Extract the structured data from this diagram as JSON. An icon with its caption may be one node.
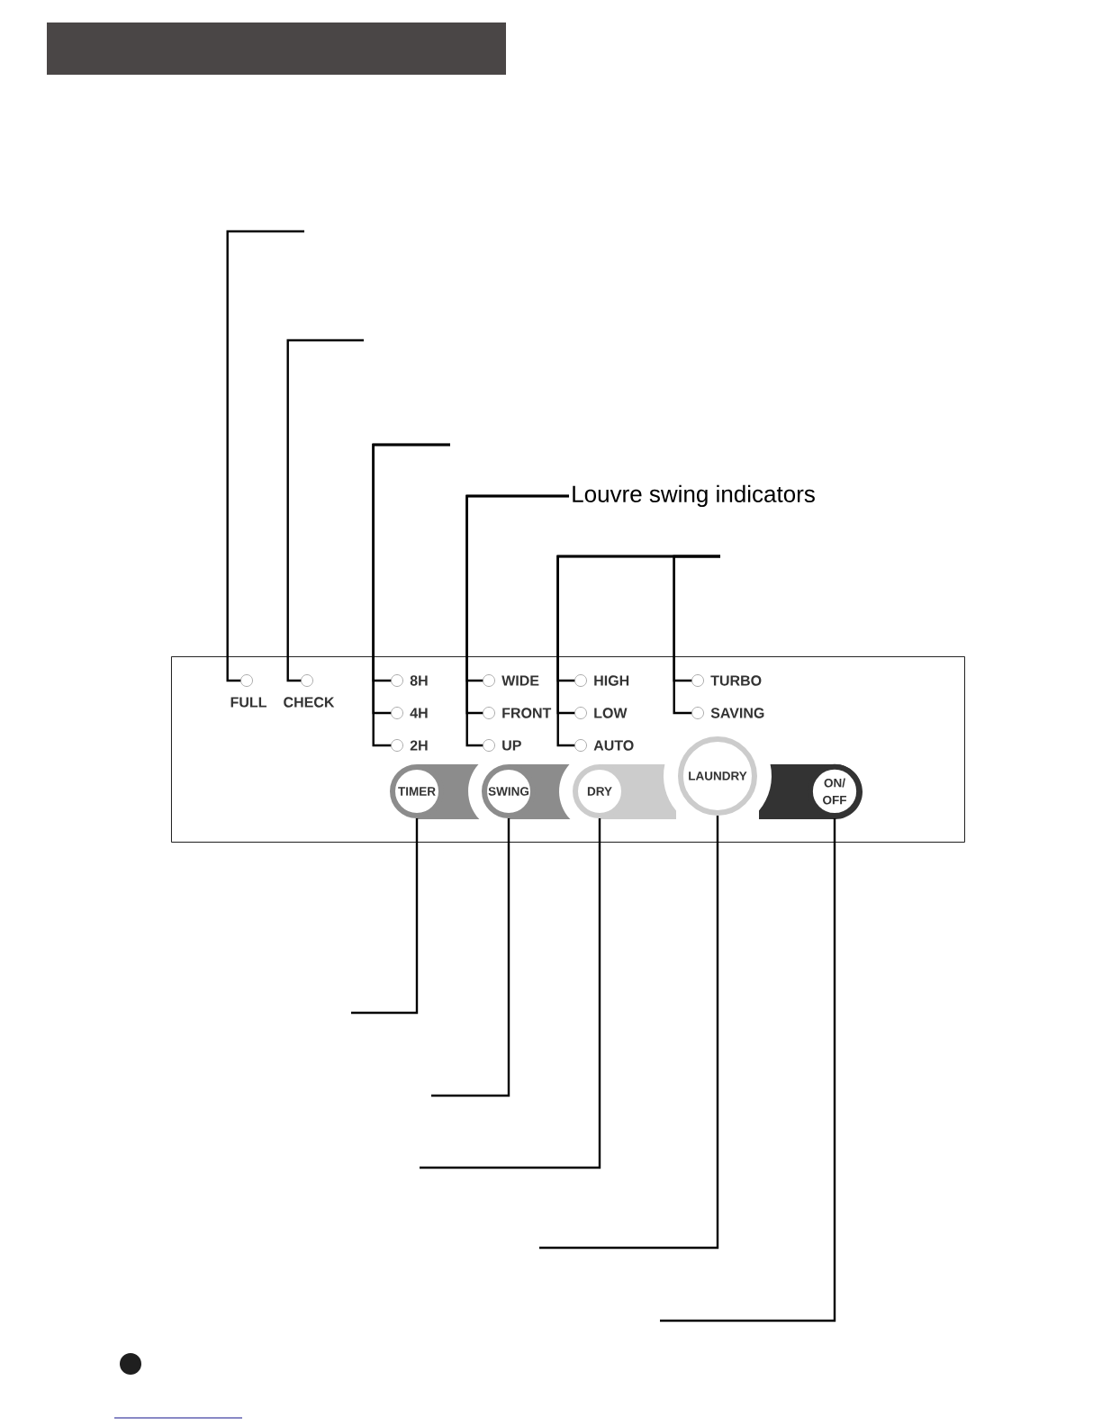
{
  "diagram": {
    "nodes": [
      {
        "text": [
          "Louvre swing indicators"
        ]
      },
      {
        "text": [],
        "shape": "box"
      },
      {
        "text": [],
        "shape": "circle",
        "in": 1,
        "beside": [
          "FULL"
        ]
      },
      {
        "text": [],
        "shape": "circle",
        "in": 1,
        "beside": [
          "CHECK"
        ]
      },
      {
        "text": [],
        "shape": "circle",
        "in": 1,
        "beside": [
          "8H"
        ]
      },
      {
        "text": [],
        "shape": "circle",
        "in": 1,
        "beside": [
          "4H"
        ]
      },
      {
        "text": [],
        "shape": "circle",
        "in": 1,
        "beside": [
          "2H"
        ]
      },
      {
        "text": [],
        "shape": "circle",
        "in": 1,
        "beside": [
          "WIDE"
        ]
      },
      {
        "text": [],
        "shape": "circle",
        "in": 1,
        "beside": [
          "FRONT"
        ]
      },
      {
        "text": [],
        "shape": "circle",
        "in": 1,
        "beside": [
          "UP"
        ]
      },
      {
        "text": [],
        "shape": "circle",
        "in": 1,
        "beside": [
          "HIGH"
        ]
      },
      {
        "text": [],
        "shape": "circle",
        "in": 1,
        "beside": [
          "LOW"
        ]
      },
      {
        "text": [],
        "shape": "circle",
        "in": 1,
        "beside": [
          "AUTO"
        ]
      },
      {
        "text": [],
        "shape": "circle",
        "in": 1,
        "beside": [
          "TURBO"
        ]
      },
      {
        "text": [],
        "shape": "circle",
        "in": 1,
        "beside": [
          "SAVING"
        ]
      },
      {
        "text": [
          "TIMER"
        ],
        "in": 1
      },
      {
        "text": [
          "SWING"
        ],
        "in": 1
      },
      {
        "text": [
          "DRY"
        ],
        "in": 1
      },
      {
        "text": [
          "LAUNDRY"
        ],
        "in": 1
      },
      {
        "text": [
          "ON/ OFF"
        ],
        "in": 1
      }
    ],
    "edges": [
      {
        "from": null,
        "to": 2,
        "arrow": "none"
      },
      {
        "from": null,
        "to": 3,
        "arrow": "none"
      },
      {
        "from": null,
        "to": 4,
        "arrow": "none"
      },
      {
        "from": null,
        "to": 5,
        "arrow": "none"
      },
      {
        "from": null,
        "to": 6,
        "arrow": "none"
      },
      {
        "from": 0,
        "to": 7,
        "arrow": "none"
      },
      {
        "from": 0,
        "to": 8,
        "arrow": "none"
      },
      {
        "from": 0,
        "to": 9,
        "arrow": "none"
      },
      {
        "from": null,
        "to": 10,
        "arrow": "none"
      },
      {
        "from": null,
        "to": 11,
        "arrow": "none"
      },
      {
        "from": null,
        "to": 12,
        "arrow": "none"
      },
      {
        "from": null,
        "to": 13,
        "arrow": "none"
      },
      {
        "from": null,
        "to": 14,
        "arrow": "none"
      },
      {
        "from": null,
        "to": 15,
        "arrow": "none"
      },
      {
        "from": null,
        "to": 16,
        "arrow": "none"
      },
      {
        "from": null,
        "to": 17,
        "arrow": "none"
      },
      {
        "from": null,
        "to": 18,
        "arrow": "none"
      },
      {
        "from": null,
        "to": 19,
        "arrow": "none"
      }
    ]
  }
}
